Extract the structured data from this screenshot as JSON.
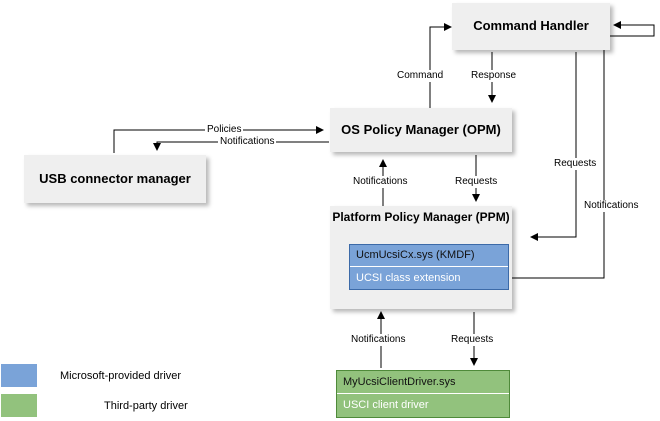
{
  "boxes": {
    "command_handler": "Command Handler",
    "opm": "OS Policy Manager (OPM)",
    "usb_connector_manager": "USB connector manager",
    "ppm": "Platform Policy Manager (PPM)"
  },
  "inner": {
    "ucm": {
      "line1": "UcmUcsiCx.sys (KMDF)",
      "line2": "UCSI class extension"
    },
    "client": {
      "line1": "MyUcsiClientDriver.sys",
      "line2": "USCI client driver"
    }
  },
  "arrows": {
    "command": "Command",
    "response": "Response",
    "policies": "Policies",
    "notifications_usb": "Notifications",
    "notifications_ppm_opm": "Notifications",
    "requests_opm_ppm": "Requests",
    "requests_ch_ppm": "Requests",
    "notifications_ppm_ch": "Notifications",
    "notifications_client_ppm": "Notifications",
    "requests_ppm_client": "Requests"
  },
  "legend": {
    "microsoft": {
      "label": "Microsoft-provided driver",
      "color": "#7aa3d8"
    },
    "third_party": {
      "label": "Third-party driver",
      "color": "#92c27d"
    }
  }
}
